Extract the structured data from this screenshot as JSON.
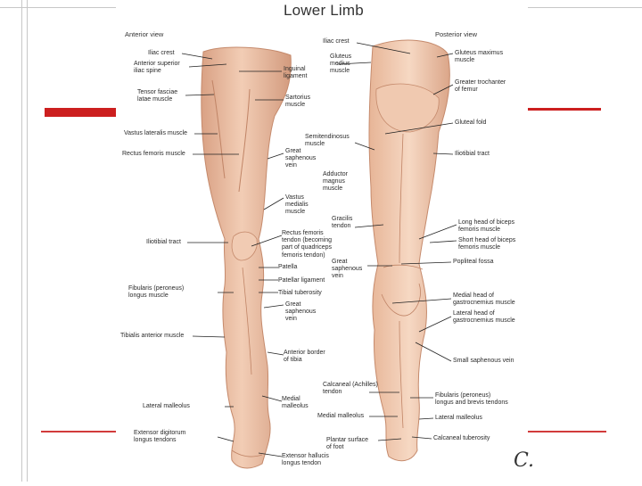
{
  "title": "Lower Limb",
  "anterior_view_caption": "Anterior view",
  "posterior_view_caption": "Posterior view",
  "anterior_labels": {
    "iliac_crest": "Iliac crest",
    "asis": "Anterior superior\niliac spine",
    "tfl": "Tensor fasciae\nlatae muscle",
    "vastus_lateralis": "Vastus lateralis muscle",
    "rectus_femoris": "Rectus femoris muscle",
    "iliotibial_tract": "Iliotibial tract",
    "fibularis_longus": "Fibularis (peroneus)\nlongus muscle",
    "tibialis_anterior": "Tibialis anterior muscle",
    "lateral_malleolus": "Lateral malleolus",
    "ext_digitorum_tendons": "Extensor digitorum\nlongus tendons",
    "inguinal_ligament": "Inguinal\nligament",
    "sartorius": "Sartorius\nmuscle",
    "great_saphenous_vein_1": "Great\nsaphenous\nvein",
    "adductor_magnus": "Adductor\nmagnus\nmuscle",
    "vastus_medialis": "Vastus\nmedialis\nmuscle",
    "rectus_femoris_tendon": "Rectus femoris\ntendon (becoming\npart of quadriceps\nfemoris tendon)",
    "patella": "Patella",
    "patellar_ligament": "Patellar ligament",
    "tibial_tuberosity": "Tibial tuberosity",
    "great_saphenous_vein_2": "Great\nsaphenous\nvein",
    "anterior_border_tibia": "Anterior border\nof tibia",
    "medial_malleolus": "Medial\nmalleolus",
    "ext_hallucis_tendon": "Extensor hallucis\nlongus tendon"
  },
  "posterior_labels": {
    "iliac_crest": "Iliac crest",
    "gluteus_medius": "Gluteus\nmedius\nmuscle",
    "semitendinosus": "Semitendinosus\nmuscle",
    "gracilis_tendon": "Gracilis\ntendon",
    "great_saphenous_vein": "Great\nsaphenous\nvein",
    "calcaneal_tendon": "Calcaneal (Achilles)\ntendon",
    "medial_malleolus": "Medial malleolus",
    "plantar_surface": "Plantar surface\nof foot",
    "gluteus_maximus": "Gluteus maximus\nmuscle",
    "greater_trochanter": "Greater trochanter\nof femur",
    "gluteal_fold": "Gluteal fold",
    "iliotibial_tract": "Iliotibial tract",
    "biceps_long_head": "Long head of biceps\nfemoris muscle",
    "biceps_short_head": "Short head of biceps\nfemoris muscle",
    "popliteal_fossa": "Popliteal fossa",
    "gastro_medial_head": "Medial head of\ngastrocnemius muscle",
    "gastro_lateral_head": "Lateral head of\ngastrocnemius muscle",
    "small_saphenous_vein": "Small saphenous vein",
    "fibularis_tendons": "Fibularis (peroneus)\nlongus and brevis tendons",
    "lateral_malleolus": "Lateral malleolus",
    "calcaneal_tuberosity": "Calcaneal tuberosity"
  },
  "signature": "C."
}
